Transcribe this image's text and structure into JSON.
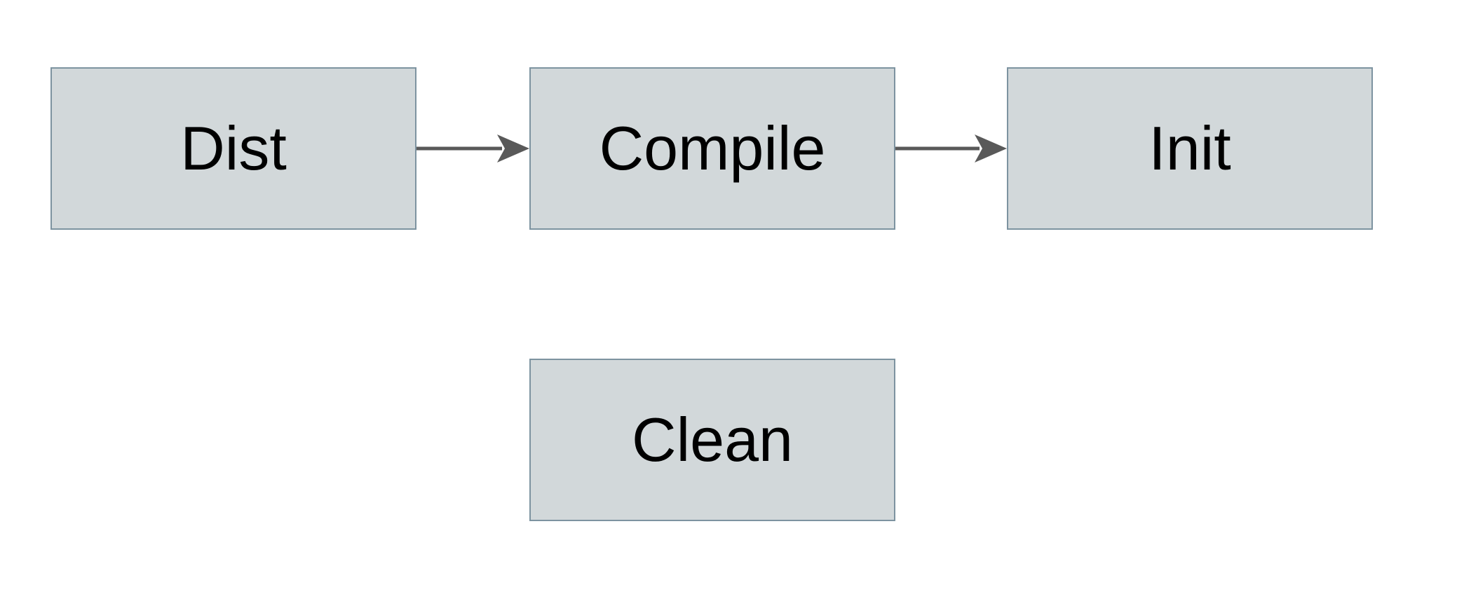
{
  "diagram": {
    "title": "build-task-flow",
    "nodes": [
      {
        "id": "dist",
        "label": "Dist"
      },
      {
        "id": "compile",
        "label": "Compile"
      },
      {
        "id": "init",
        "label": "Init"
      },
      {
        "id": "clean",
        "label": "Clean"
      }
    ],
    "edges": [
      {
        "from": "dist",
        "to": "compile",
        "direction": "right"
      },
      {
        "from": "compile",
        "to": "init",
        "direction": "right"
      }
    ],
    "colors": {
      "node_fill": "#d2d8da",
      "node_border": "#7d93a0",
      "arrow": "#595959",
      "text": "#000000",
      "background": "#ffffff"
    }
  }
}
